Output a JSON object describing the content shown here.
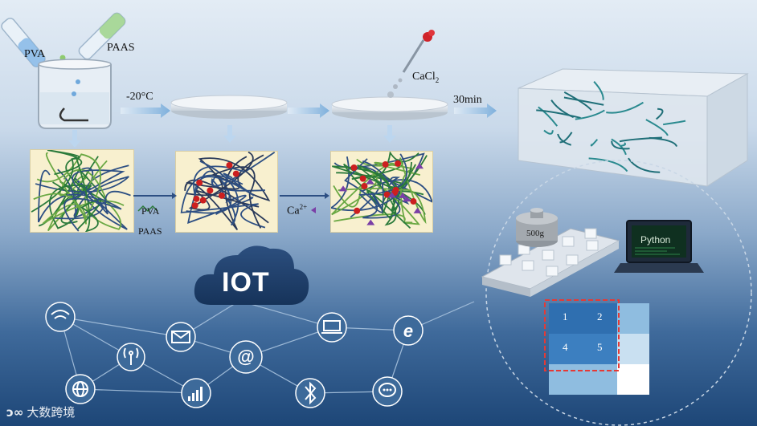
{
  "process": {
    "reagent_left": "PVA",
    "reagent_right": "PAAS",
    "temperature": "-20°C",
    "cacl_prefix": "CaCl",
    "cacl_sub": "2",
    "time": "30min",
    "arrow_label_top": "PVA",
    "arrow_label_bottom": "PAAS",
    "ion_label": "Ca",
    "ion_charge": "2+"
  },
  "iot": {
    "cloud_label": "IOT",
    "icons": [
      "wifi-icon",
      "mail-icon",
      "laptop-icon",
      "ie-icon",
      "antenna-icon",
      "at-icon",
      "globe-icon",
      "signal-icon",
      "bluetooth-icon",
      "chat-icon"
    ]
  },
  "experiment": {
    "weight_label": "500g",
    "laptop_text": "Python",
    "grid_cells": [
      "1",
      "2",
      "4",
      "5"
    ]
  },
  "watermark": {
    "text": "大数跨境"
  },
  "colors": {
    "accent": "#2f6fb0",
    "grid_dark": "#2f6fb0",
    "grid_light": "#8fbde0",
    "highlight": "#e53935",
    "panel": "#f8f0cf",
    "node": "#cc1f1f"
  }
}
